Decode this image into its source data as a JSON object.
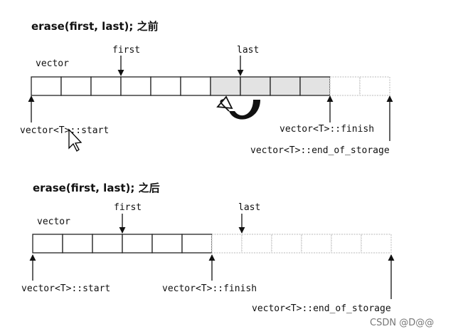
{
  "before": {
    "title": "erase(first, last); 之前",
    "vector_label": "vector",
    "first_label": "first",
    "last_label": "last",
    "start_label": "vector<T>::start",
    "finish_label": "vector<T>::finish",
    "eos_label": "vector<T>::end_of_storage",
    "cells_total": 12,
    "cells_used": 10,
    "first_index": 3,
    "last_index": 7,
    "highlight_from": 6,
    "highlight_to": 10
  },
  "after": {
    "title": "erase(first, last); 之后",
    "vector_label": "vector",
    "first_label": "first",
    "last_label": "last",
    "start_label": "vector<T>::start",
    "finish_label": "vector<T>::finish",
    "eos_label": "vector<T>::end_of_storage",
    "cells_total": 12,
    "cells_used": 6,
    "first_index": 3,
    "last_index": 7
  },
  "watermark": "CSDN @D@@",
  "colors": {
    "line": "#111111",
    "cell_border_used": "#222222",
    "cell_border_free": "#b8b8b8",
    "highlight_fill": "#e3e3e3",
    "cursor": "#000000"
  },
  "icons": {
    "move_arrow": "curved-move-arrow-icon",
    "cursor": "mouse-pointer-icon"
  }
}
